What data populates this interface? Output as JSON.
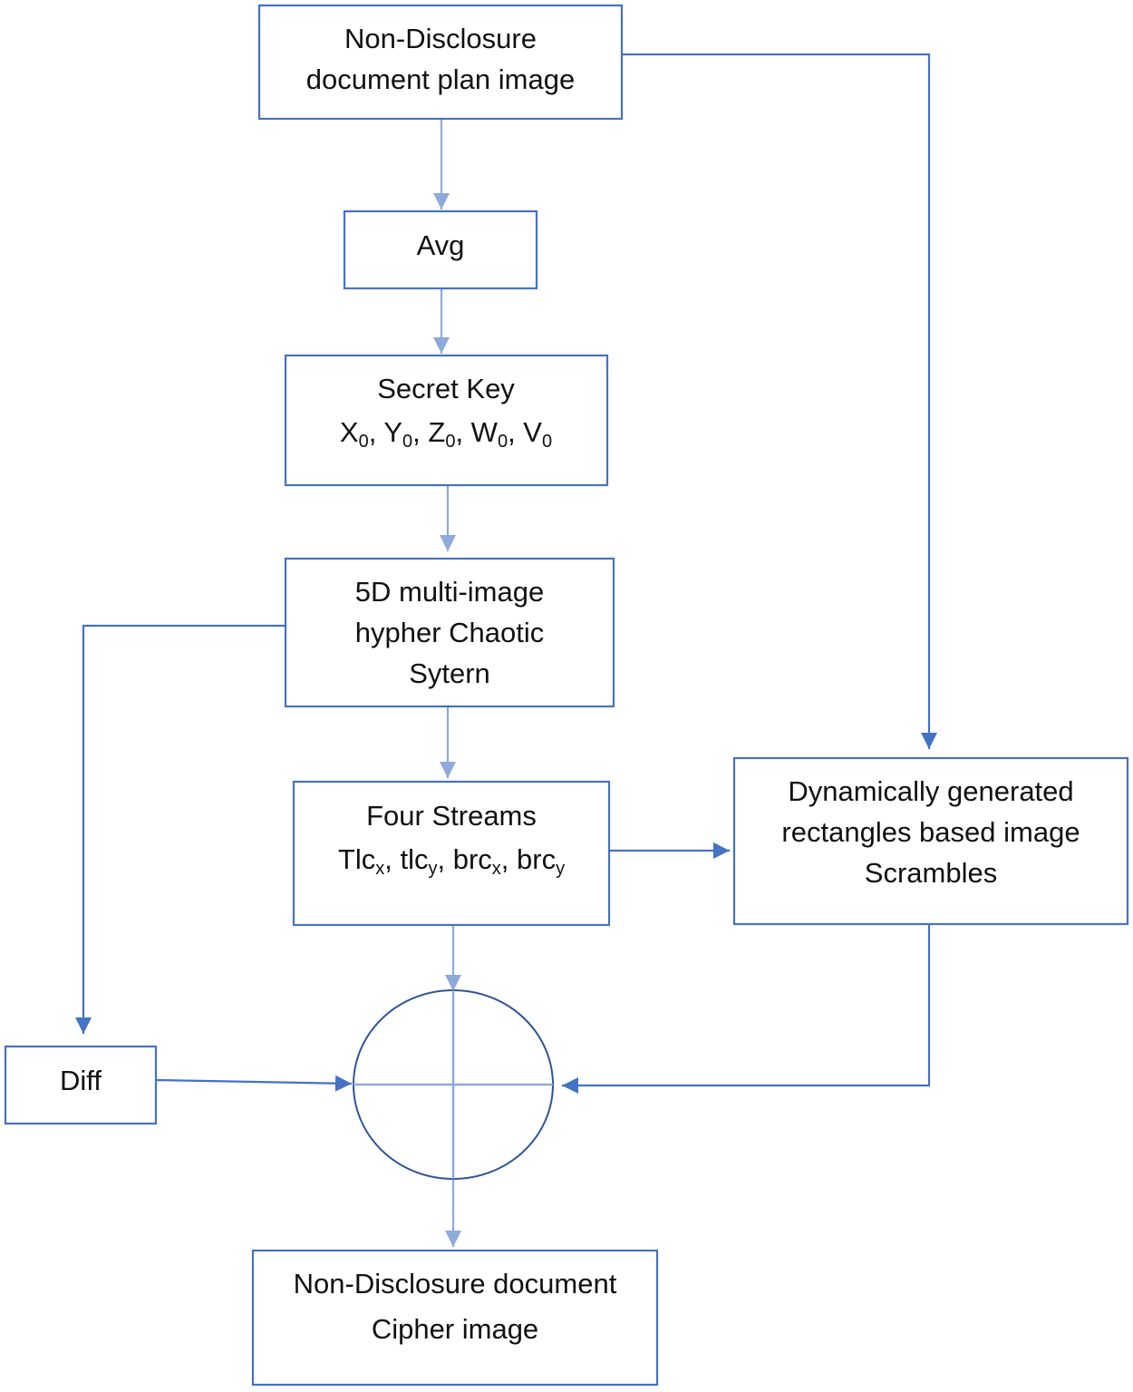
{
  "nodes": {
    "input": {
      "lines": [
        "Non-Disclosure",
        "document plan image"
      ]
    },
    "avg": {
      "lines": [
        "Avg"
      ]
    },
    "secret_key": {
      "title": "Secret Key",
      "keys": [
        "X",
        "Y",
        "Z",
        "W",
        "V"
      ],
      "key_subscript": "0",
      "separator": ", "
    },
    "chaotic": {
      "lines": [
        "5D multi-image",
        "hypher Chaotic",
        "Sytern"
      ]
    },
    "streams": {
      "title": "Four Streams",
      "items": [
        {
          "base": "Tlc",
          "sub": "x"
        },
        {
          "base": "tlc",
          "sub": "y"
        },
        {
          "base": "brc",
          "sub": "x"
        },
        {
          "base": "brc",
          "sub": "y"
        }
      ],
      "separator": ", "
    },
    "scramble": {
      "lines": [
        "Dynamically generated",
        "rectangles based image",
        "Scrambles"
      ]
    },
    "diff": {
      "lines": [
        "Diff"
      ]
    },
    "output": {
      "lines": [
        "Non-Disclosure document",
        "Cipher image"
      ]
    }
  },
  "colors": {
    "border": "#4472c4",
    "arrow_light": "#8eaadb",
    "arrow_dark": "#4472c4",
    "circle": "#2f5597"
  }
}
